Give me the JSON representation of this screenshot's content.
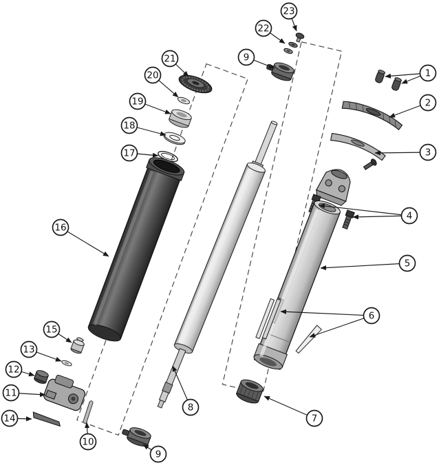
{
  "figure": {
    "background": "#ffffff",
    "line_color": "#1a1a1a"
  },
  "callouts": [
    {
      "label": "23"
    },
    {
      "label": "22"
    },
    {
      "label": "9"
    },
    {
      "label": "1"
    },
    {
      "label": "2"
    },
    {
      "label": "3"
    },
    {
      "label": "4"
    },
    {
      "label": "5"
    },
    {
      "label": "6"
    },
    {
      "label": "21"
    },
    {
      "label": "20"
    },
    {
      "label": "19"
    },
    {
      "label": "18"
    },
    {
      "label": "17"
    },
    {
      "label": "16"
    },
    {
      "label": "15"
    },
    {
      "label": "13"
    },
    {
      "label": "12"
    },
    {
      "label": "11"
    },
    {
      "label": "14"
    },
    {
      "label": "10"
    },
    {
      "label": "9"
    },
    {
      "label": "8"
    },
    {
      "label": "7"
    }
  ]
}
